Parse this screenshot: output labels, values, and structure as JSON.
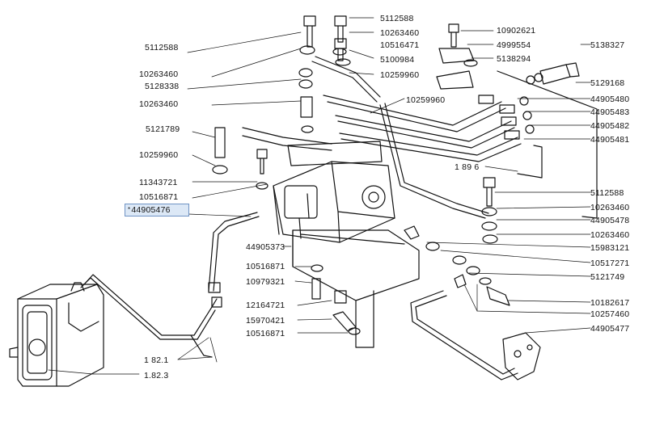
{
  "highlight": {
    "label": "44905476",
    "star": "*"
  },
  "labels": {
    "l5112588_top": "5112588",
    "l10263460_top": "10263460",
    "l10516471": "10516471",
    "l5100984": "5100984",
    "l10259960_top": "10259960",
    "l10902621": "10902621",
    "l4999554": "4999554",
    "l5138294": "5138294",
    "l5138327": "5138327",
    "l5112588_left": "5112588",
    "l10263460_left1": "10263460",
    "l5128338": "5128338",
    "l10263460_left2": "10263460",
    "l10259960_mid": "10259960",
    "l5121789": "5121789",
    "l10259960_left": "10259960",
    "l11343721": "11343721",
    "l10516871_left": "10516871",
    "l5129168": "5129168",
    "l44905480": "44905480",
    "l44905483": "44905483",
    "l44905482": "44905482",
    "l44905481": "44905481",
    "l1896": "1 89 6",
    "l5112588_right": "5112588",
    "l10263460_right1": "10263460",
    "l44905478": "44905478",
    "l10263460_right2": "10263460",
    "l15983121": "15983121",
    "l44905373": "44905373",
    "l10517271": "10517271",
    "l5121749": "5121749",
    "l10516871_mid": "10516871",
    "l10979321": "10979321",
    "l12164721": "12164721",
    "l15970421": "15970421",
    "l10516871_bot": "10516871",
    "l10182617": "10182617",
    "l10257460": "10257460",
    "l44905477": "44905477",
    "l182_1": "1 82.1",
    "l182_3": "1.82.3"
  }
}
